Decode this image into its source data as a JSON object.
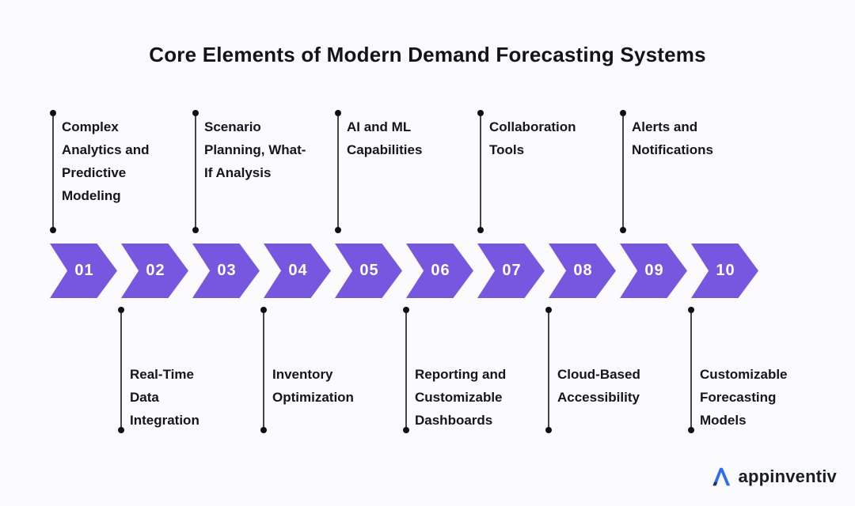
{
  "title": "Core Elements of Modern Demand Forecasting Systems",
  "accent_color": "#7757E0",
  "text_color": "#15151A",
  "background_color": "#FBFBFD",
  "steps": [
    {
      "number": "01",
      "label": "Complex\nAnalytics and\nPredictive\nModeling",
      "position": "top"
    },
    {
      "number": "02",
      "label": "Real-Time\nData\nIntegration",
      "position": "bottom"
    },
    {
      "number": "03",
      "label": "Scenario\nPlanning, What-\nIf Analysis",
      "position": "top"
    },
    {
      "number": "04",
      "label": "Inventory\nOptimization",
      "position": "bottom"
    },
    {
      "number": "05",
      "label": "AI and ML\nCapabilities",
      "position": "top"
    },
    {
      "number": "06",
      "label": "Reporting and\nCustomizable\nDashboards",
      "position": "bottom"
    },
    {
      "number": "07",
      "label": "Collaboration\nTools",
      "position": "top"
    },
    {
      "number": "08",
      "label": "Cloud-Based\nAccessibility",
      "position": "bottom"
    },
    {
      "number": "09",
      "label": "Alerts and\nNotifications",
      "position": "top"
    },
    {
      "number": "10",
      "label": "Customizable\nForecasting\nModels",
      "position": "bottom"
    }
  ],
  "footer": {
    "brand": "appinventiv",
    "logo_icon": "appinventiv-a-triangle-icon",
    "logo_blue": "#2E6BF6",
    "logo_navy": "#17336B"
  }
}
